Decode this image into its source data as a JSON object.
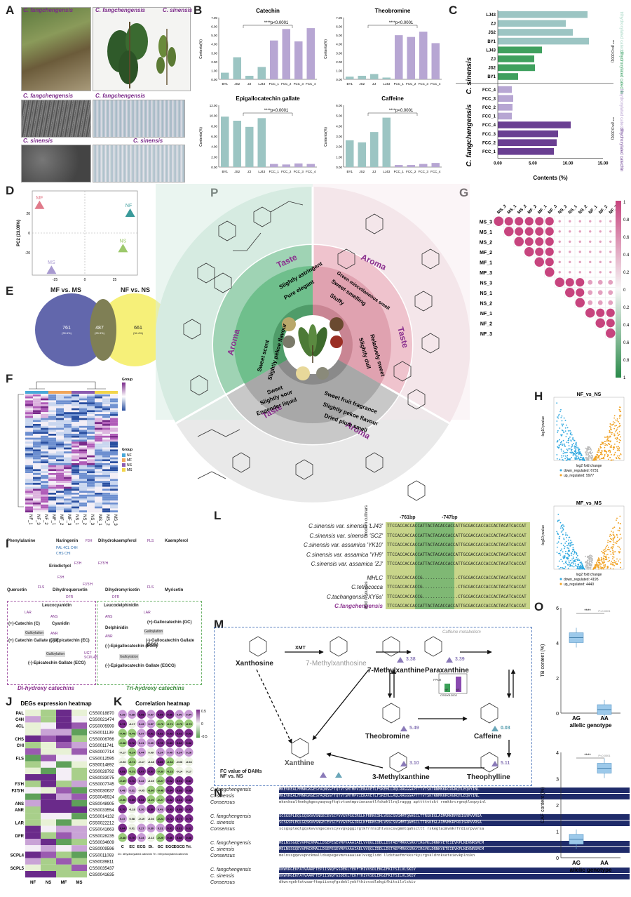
{
  "panels": {
    "A": "A",
    "B": "B",
    "C": "C",
    "D": "D",
    "E": "E",
    "F": "F",
    "G": "G",
    "H": "H",
    "I": "I",
    "J": "J",
    "K": "K",
    "L": "L",
    "M": "M",
    "N": "N",
    "O": "O",
    "P": "P"
  },
  "panel_A": {
    "lbl_fang1": "C. fangchengensis",
    "lbl_fang2": "C. fangchengensis",
    "lbl_sin1": "C. sinensis",
    "lbl_fang3": "C. fangchengensis",
    "lbl_sin2": "C. sinensis",
    "lbl_fang4": "C. fangchengensis",
    "lbl_sin3": "C. sinensis"
  },
  "panel_B": {
    "sig": "****p<0.0001",
    "ylabel1": "Contents(%)",
    "ylabel2": "Contents(%)",
    "ylabel3": "Contents(%)",
    "ylabel4": "Contents(%)"
  },
  "panel_C": {
    "xlabel": "Contents (%)",
    "grp_sin": "C. sinensis",
    "grp_fang": "C. fangchengensis",
    "tri": "trihydroxylated catechin",
    "di": "dihydroxylated catechin",
    "sig1": "*** (P<0.0001)",
    "sig2": "*** (P<0.0001)"
  },
  "panel_D": {
    "ylabel": "PC2 (23.08%)",
    "MF": "MF",
    "NF": "NF",
    "NS": "NS",
    "MS": "MS"
  },
  "panel_E": {
    "left_title": "MF vs. MS",
    "right_title": "NF vs. NS",
    "left_n": "761",
    "left_p": "(39.6%)",
    "mid_n": "487",
    "mid_p": "(25.3%)",
    "right_n": "661",
    "right_p": "(34.4%)"
  },
  "panel_F": {
    "group_title": "Group",
    "group_title2": "Group",
    "legend": [
      "NF",
      "MF",
      "NS",
      "MS"
    ],
    "cols": [
      "NF_1",
      "NF_3",
      "NF_2",
      "MF_1",
      "MF_2",
      "MF_3",
      "NS_1",
      "NS_2",
      "NS_3",
      "MS_1",
      "MS_2",
      "MS_3"
    ]
  },
  "panel_G": {
    "labels": [
      "MS_3",
      "MS_1",
      "MS_2",
      "MF_2",
      "MF_1",
      "MF_3",
      "NS_3",
      "NS_1",
      "NS_2",
      "NF_1",
      "NF_2",
      "NF_3"
    ],
    "scale": [
      "1",
      "0.8",
      "0.6",
      "0.4",
      "0.2",
      "0",
      "0.2",
      "0.4",
      "0.6",
      "0.8",
      "1"
    ]
  },
  "panel_H": {
    "title1": "NF_vs_NS",
    "title2": "MF_vs_MS",
    "down1": "down_regulated: 6731",
    "up1": "up_regulated: 5977",
    "down2": "down_regulated: 4195",
    "up2": "up_regulated: 4440",
    "xlabel": "log2 fold change",
    "ylabel": "-log10 pvalue"
  },
  "panel_I": {
    "di": "Di-hydroxy catechins",
    "tri": "Tri-hydroxy catechins",
    "nodes": [
      "Phenylalanine",
      "Naringenin",
      "Dihydrokaempferol",
      "Kaempferol",
      "Eriodictyol",
      "Quercetin",
      "Dihydroquercetin",
      "Dihydromyricetin",
      "Myricetin",
      "Leucocyanidin",
      "Leucodelphinidin",
      "(+)-Catechin (C)",
      "Cyanidin",
      "(+)-Gallocatechin (GC)",
      "Delphinidin",
      "(+) Catechin Gallate (CG)",
      "(-)-Epicatechin (EC)",
      "(-)-Epigallocatechin (EGC)",
      "(-)-Gallocatechin Gallate (GCG)",
      "(-)-Epicatechin Gallate (ECG)",
      "(-)-Epigallocatechin Gallate (EGCG)",
      "Galloylation",
      "Galloylation",
      "Galloylation",
      "Galloylation"
    ],
    "enz": [
      "PAL 4CL C4H",
      "CHS CHI",
      "F3H",
      "FLS",
      "F3'H",
      "F3'5'H",
      "F3H",
      "F3'5'H",
      "FLS",
      "FLS",
      "DFR",
      "DFR",
      "LAR",
      "LAR",
      "ANS",
      "ANS",
      "ANR",
      "ANR",
      "UGT SCPL4/5"
    ]
  },
  "panel_J": {
    "title": "DEGs expression heatmap",
    "cols": [
      "NF",
      "NS",
      "MF",
      "MS"
    ],
    "genes": [
      "CSS0018870",
      "CSS0021474",
      "CSS0005999",
      "CSS0011139",
      "CSS0006766",
      "CSS0011741",
      "CSS0007714",
      "CSS0012595",
      "CSS0014892",
      "CSS0028792",
      "CSS0033075",
      "CSS0007745",
      "CSS0030637",
      "CSS0045924",
      "CSS0048905",
      "CSS0033554",
      "CSS0014132",
      "CSS0022212",
      "CSS0041663",
      "CSS0028235",
      "CSS0034609",
      "CSS0009596",
      "CSS0011093",
      "CSS0039811",
      "CSS0035437",
      "CSS0041635"
    ],
    "enz": [
      "PAL",
      "C4H",
      "4CL",
      "CHS",
      "CHI",
      "FLS",
      "F3'H",
      "F3'5'H",
      "ANS",
      "ANR",
      "LAR",
      "DFR",
      "SCPL4",
      "SCPL5"
    ]
  },
  "panel_K": {
    "title": "Correlation heatmap",
    "cols": [
      "C",
      "EC",
      "ECG",
      "Di.",
      "GC",
      "EGC",
      "EGCG",
      "Tri."
    ],
    "rows": [
      "PAL",
      "C4H",
      "4CL",
      "CHS",
      "CHI",
      "FLS",
      "F3'H",
      "F3'5'H",
      "ANS",
      "ANR",
      "LAR",
      "DFR",
      "SCPL4",
      "SCPL5"
    ],
    "foot": "Di.: dihydroxylated catechin  Tri.: trihydroxylated catechin",
    "scale": [
      "0.5",
      "0",
      "-0.5"
    ],
    "vals": [
      [
        0.26,
        0.38,
        0.68,
        0.57,
        0.89,
        0.86,
        0.5,
        0.54
      ],
      [
        0.73,
        -0.17,
        0.49,
        0.57,
        -0.76,
        -0.71,
        -0.7,
        -0.72
      ],
      [
        -0.46,
        -0.46,
        0.57,
        0.91,
        0.82,
        0.93,
        0.92,
        0.93
      ],
      [
        -0.38,
        0.72,
        0.21,
        0.3,
        0.78,
        0.83,
        0.82,
        0.82
      ],
      [
        -0.17,
        -0.24,
        0.44,
        0.09,
        0.24,
        0.4,
        0.24,
        0.26
      ],
      [
        -0.03,
        -0.74,
        -0.17,
        -0.18,
        0.89,
        -0.34,
        -0.06,
        -0.04
      ],
      [
        0.83,
        -0.51,
        0.67,
        0.97,
        -0.39,
        -0.23,
        -0.14,
        0.17
      ],
      [
        -0.49,
        0.71,
        0.22,
        -0.15,
        -0.27,
        0.92,
        0.91,
        0.87
      ],
      [
        0.48,
        0.31,
        -0.05,
        -0.6,
        -0.48,
        0.84,
        0.88,
        0.86
      ],
      [
        -0.56,
        0.65,
        0.63,
        -0.2,
        -0.27,
        0.82,
        0.81,
        0.81
      ],
      [
        0.7,
        -0.18,
        0.3,
        0.8,
        0.49,
        0.93,
        0.88,
        0.97
      ],
      [
        0.47,
        0.08,
        -0.19,
        -0.04,
        -0.24,
        0.72,
        0.77,
        0.75
      ],
      [
        0.64,
        0.01,
        0.27,
        0.3,
        0.31,
        0.91,
        0.81,
        0.82
      ],
      [
        -0.48,
        0.7,
        0.24,
        -0.13,
        -0.25,
        0.86,
        0.88,
        0.88
      ]
    ]
  },
  "panel_L": {
    "pos1": "-761bp",
    "pos2": "-747bp",
    "group_modern": "modern cultivars",
    "group_wild": "Wild resources",
    "rows": [
      {
        "name": "C.sinensis var. sinensis 'LJ43'",
        "seq": "TTCCACCACCACCATTACTACACCACCATTGCGACCACCACCACTACATCACCAT"
      },
      {
        "name": "C.sinensis var. sinensis 'SCZ'",
        "seq": "TTCCACCACCACCATTACTACACCACCATTGCGACCACCACCACTACATCACCAT"
      },
      {
        "name": "C.sinensis var. assamica 'YK10'",
        "seq": "TTCCACCACCACCATTACTACACCACCATTGCGACCACCACCACTACATCACCAT"
      },
      {
        "name": "C.sinensis var. assamica 'YH9'",
        "seq": "TTCCACCACCACCATTACTACACCACCATTGCGACCACCACCACTACATCACCAT"
      },
      {
        "name": "C.sinensis var. assamica 'ZJ'",
        "seq": "TTCCACCACCACCATTACTACACCACCATTGCGACCACCACCACTACATCACCAT"
      },
      {
        "name": "MHLC",
        "seq": "TTCCACCACCACCG..............CTGCGACCACCACCACTACATCACCAT"
      },
      {
        "name": "C.tetracocca",
        "seq": "TTCCACCACCACCG..............CTGCGACCACCACCACTACATCACCAT"
      },
      {
        "name": "C.tachangensis 'XY6a'",
        "seq": "TTCCACCACCACCG..............CTGCGACCACCACCACTACATCACCAT"
      },
      {
        "name": "C.fangchengensis",
        "seq": "TTCCACCACCACCATTACTACACCACCATTGCGACCACCACCACTACATCACCAT"
      }
    ]
  },
  "panel_M": {
    "title": "Caffeine metabolism",
    "xmt": "XMT",
    "compounds": [
      "Xanthosine",
      "7-Methylxanthosine",
      "7-Methylxanthine",
      "Paraxanthine",
      "Theobromine",
      "Caffeine",
      "Xanthine",
      "3-Methylxanthine",
      "Theophylline"
    ],
    "fc": [
      "3.38",
      "3.39",
      "5.49",
      "0.03",
      "3.10",
      "5.11"
    ],
    "legend": "FC value of DAMs",
    "legend2": "NF vs. NS",
    "inset_y": "FPKM",
    "inset_x": "CSS0012002",
    "inset_a": "NF",
    "inset_b": "NS"
  },
  "panel_N": {
    "rows": [
      [
        "C. fangchengensis",
        "C. sinensis",
        "Consensus"
      ],
      [
        "C. fangchengensis",
        "C. sinensis",
        "Consensus"
      ],
      [
        "C. fangchengensis",
        "C. sinensis",
        "Consensus"
      ],
      [
        "C. fangchengensis",
        "C. sinensis",
        "Consensus"
      ]
    ],
    "seqs": [
      [
        "MKEVKEALFMNKGKGESYAQNSGFTQTVTSMTMPVIENAVETLFSKEHLLRQLRAGGGAPTTTVTSKTRNMKKRCRGNQTLEQVYINL",
        "MKEVKEALFMNKGKGESYAQNSGFTQTVTSMTMPVIENAVETLFSKEHLLRQLRAGGGAPTTTVTSKTRNMKKRCRGNQTLEQVYINL",
        "mkevkealfmnkgkgesyaqnsgftqtvtsmtmpvienavetlfskehllrqlraggg apttttvtskt rnmkkrcrgnqtleqvyinl"
      ],
      [
        "SCSGSPLEQLGQSKVVSNGECEVSCYVVGVPGGIRGLKFRRNSIHLVSSCSVGMMTQAHSCLTTRSKEGLAIMVMKRFRDISRPVVRSA",
        "SCSGSPLEQLGQSKVVSNGECEVSCYVVGVPGGIRGLKFRRNSIHLVSSCSVGMMTQAHSCLTTRSKEGLAIMVMKRFRDISRPVVRSA",
        "scsgspleqlgqskvvsngecevscyvvgvpggirglkfrrnsihlvsscsvgmmtqahscltt rskeglaimvmkrfrdisrpvvrsa"
      ],
      [
        "MELNSSGQEVVPNCKMALLDSEPEGEVMVVAAAIAELVVQGLIDDLLDSTAEFMRKKSRKYIRGVKLDRNKVETEIEVKPLNIKNRSMCM",
        "MELNSSGQEVVPNCKMALLDSEPEGEVMVVAAAIAELVVQGLIDDLLDSTAEFMRKKSRKYIRGVKLDRNKVETEIEVKPLNIKNRSMCM",
        "melnssgqevvpnckmalldsepegevmvvaaaiaelvvqglidd lldstaefmrkksrkyirgvkldrnkveteievkplnikn"
      ],
      [
        "DKWVRGEKFATVAARFTEPIISNQFGSDEKLYEKFTHIVVSDLEKGIFKITSILVLSKIV",
        "DKWVRGEKFATVAARFTEPIISNQFGSDEKLYEKFTHIVVSDLEKGIFKITSILVLSKIV",
        "dkwvrgekfatvaarftepiisnqfgsdeklyekfthivvsdlekgifkitsilvlskiv"
      ]
    ]
  },
  "panel_O": {
    "ylabel1": "TB content (%)",
    "ylabel2": "CAF content (%)",
    "xlabel": "allelic genotype",
    "xlabel2": "allelic genotype",
    "cats": [
      "AG",
      "AA"
    ],
    "sig": "****",
    "p1": "P<0.0001",
    "p2": "P<0.0001",
    "y1": [
      "6",
      "4",
      "2",
      "0"
    ],
    "y2": [
      "4",
      "3",
      "2",
      "1",
      "0"
    ]
  },
  "panel_P": {
    "taste1": "Taste",
    "aroma1": "Aroma",
    "taste2": "Taste",
    "aroma2": "Aroma",
    "taste3": "Taste",
    "aroma3": "Aroma",
    "green": [
      "Slightly astringent",
      "Pure elegant",
      "Sweet scent",
      "Slightly pekoe flavour"
    ],
    "pink": [
      "Sweet-smelling",
      "Green miscellaneous smell",
      "Stuffy",
      "Slightly dull",
      "Relatively sweet"
    ],
    "grey": [
      "Sweet",
      "Slightly sour",
      "Engender liquid",
      "Sweet fruit fragrance",
      "Slightly pekoe flavour",
      "Dried plum smell"
    ]
  },
  "chart_data": [
    {
      "type": "bar",
      "title": "Catechin",
      "categories": [
        "BY1",
        "JS2",
        "ZJ",
        "LJ43",
        "FCC_1",
        "FCC_2",
        "FCC_3",
        "FCC_4"
      ],
      "values": [
        0.75,
        2.5,
        0.4,
        1.4,
        4.4,
        5.7,
        4.3,
        5.8
      ],
      "ylim": [
        0,
        7
      ],
      "ylabel": "Contents(%)"
    },
    {
      "type": "bar",
      "title": "Theobromine",
      "categories": [
        "BY1",
        "JS2",
        "ZJ",
        "LJ43",
        "FCC_1",
        "FCC_2",
        "FCC_3",
        "FCC_4"
      ],
      "values": [
        0.3,
        0.4,
        0.6,
        0.2,
        5.0,
        4.8,
        5.4,
        4.1
      ],
      "ylim": [
        0,
        7
      ],
      "ylabel": "Contents(%)"
    },
    {
      "type": "bar",
      "title": "Epigallocatechin gallate",
      "categories": [
        "BY1",
        "JS2",
        "ZJ",
        "LJ43",
        "FCC_1",
        "FCC_2",
        "FCC_3",
        "FCC_4"
      ],
      "values": [
        9.8,
        9.0,
        7.8,
        9.5,
        0.6,
        0.5,
        0.7,
        0.6
      ],
      "ylim": [
        0,
        12
      ],
      "ylabel": "Contents(%)"
    },
    {
      "type": "bar",
      "title": "Caffeine",
      "categories": [
        "BY1",
        "JS2",
        "ZJ",
        "LJ43",
        "FCC_1",
        "FCC_2",
        "FCC_3",
        "FCC_4"
      ],
      "values": [
        2.6,
        2.4,
        3.4,
        4.8,
        0.2,
        0.2,
        0.3,
        0.4
      ],
      "ylim": [
        0,
        6
      ],
      "ylabel": "Contents(%)"
    },
    {
      "type": "bar",
      "title": "",
      "orientation": "horizontal",
      "categories": [
        "LJ43",
        "ZJ",
        "JS2",
        "BY1",
        "LJ43",
        "ZJ",
        "JS2",
        "BY1",
        "FCC_4",
        "FCC_3",
        "FCC_2",
        "FCC_1",
        "FCC_4",
        "FCC_3",
        "FCC_2",
        "FCC_1"
      ],
      "values": [
        12.8,
        9.7,
        10.7,
        13.0,
        6.3,
        5.2,
        5.3,
        2.9,
        2.0,
        2.2,
        2.1,
        2.0,
        10.4,
        8.6,
        8.4,
        8.0
      ],
      "xlim": [
        0,
        15
      ],
      "xticks": [
        "0.00",
        "5.00",
        "10.00",
        "15.00"
      ],
      "xlabel": "Contents (%)"
    },
    {
      "type": "scatter",
      "title": "",
      "points": [
        {
          "label": "MF",
          "x": -38,
          "y": 28
        },
        {
          "label": "NF",
          "x": 38,
          "y": 20
        },
        {
          "label": "NS",
          "x": 32,
          "y": -16
        },
        {
          "label": "MS",
          "x": -28,
          "y": -38
        }
      ],
      "xticks": [
        "-25",
        "0",
        "25"
      ],
      "yticks": [
        "20",
        "0",
        "-20"
      ],
      "ylabel": "PC2 (23.08%)"
    },
    {
      "type": "box",
      "title": "",
      "categories": [
        "AG",
        "AA"
      ],
      "values": [
        4.3,
        0.2
      ],
      "ylim": [
        0,
        6
      ],
      "ylabel": "TB content (%)"
    },
    {
      "type": "box",
      "title": "",
      "categories": [
        "AG",
        "AA"
      ],
      "values": [
        0.7,
        3.4
      ],
      "ylim": [
        0,
        4
      ],
      "ylabel": "CAF content (%)"
    }
  ]
}
